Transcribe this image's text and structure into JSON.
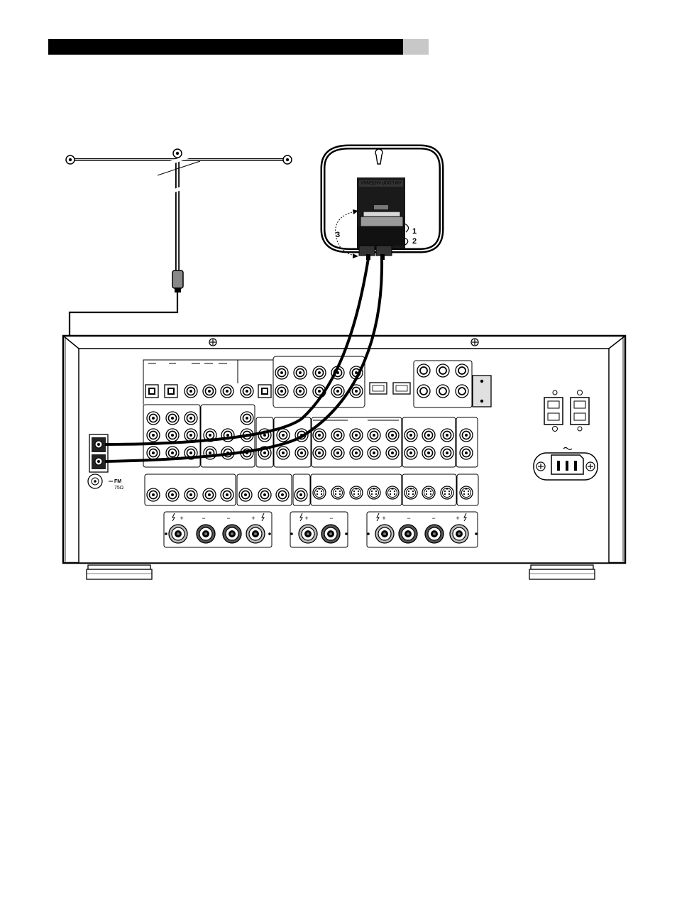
{
  "header": {
    "bar_color": "#000000",
    "tab_color": "#c8c8c8"
  },
  "loop_antenna": {
    "step_1": "1",
    "step_2": "2",
    "step_3": "3",
    "embossed_text": "AM LOOP ANTENNA"
  },
  "receiver": {
    "fm_label": "FM",
    "fm_impedance": "75Ω",
    "power_icon": "ac-tilde-icon"
  }
}
